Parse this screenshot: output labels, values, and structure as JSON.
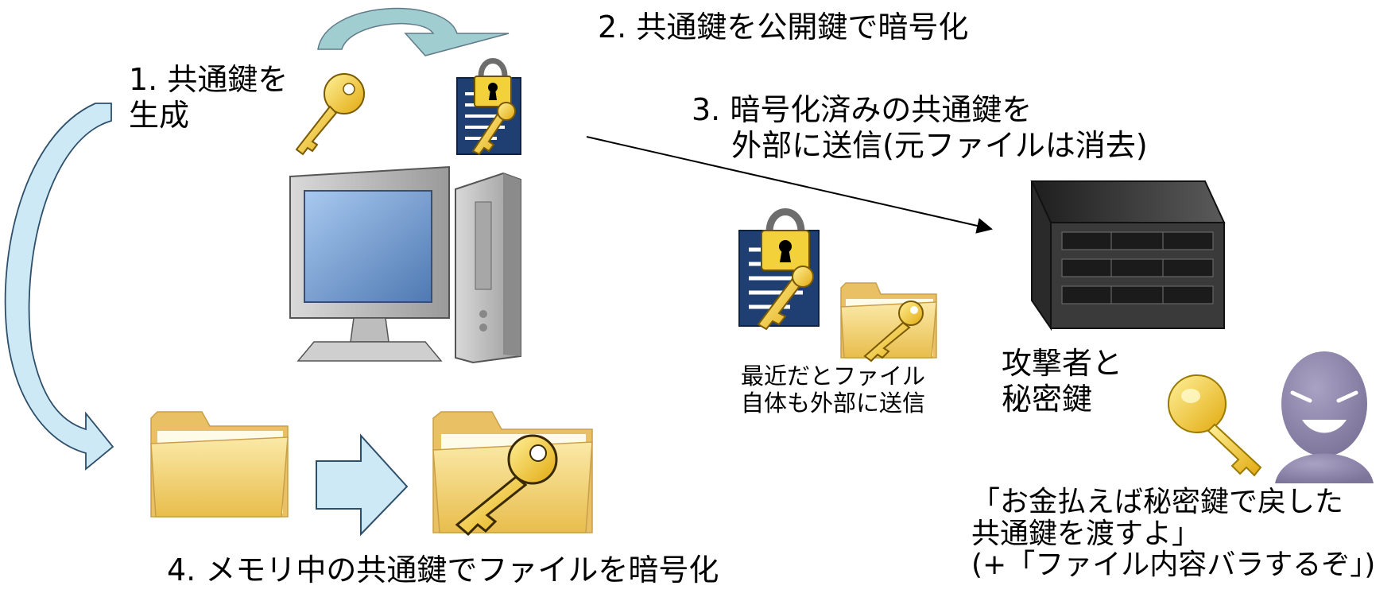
{
  "steps": {
    "step1": "1. 共通鍵を\n生成",
    "step2": "2. 共通鍵を公開鍵で暗号化",
    "step3": "3. 暗号化済みの共通鍵を\n　 外部に送信(元ファイルは消去)",
    "step4": "4. メモリ中の共通鍵でファイルを暗号化"
  },
  "notes": {
    "exfil_note": "最近だとファイル\n自体も外部に送信",
    "attacker_label": "攻撃者と\n秘密鍵",
    "ransom_message": "「お金払えば秘密鍵で戻した\n共通鍵を渡すよ」\n(+「ファイル内容バラするぞ」)"
  },
  "colors": {
    "key_gold": "#f2c41a",
    "arrow_fill": "#cde9f6",
    "doc_blue": "#1f3f73",
    "attacker_purple": "#8f87aa",
    "folder_yellow": "#f6db7e"
  },
  "icons": [
    "key-icon",
    "encrypted-document-icon",
    "computer-icon",
    "server-icon",
    "folder-icon",
    "attacker-icon"
  ]
}
